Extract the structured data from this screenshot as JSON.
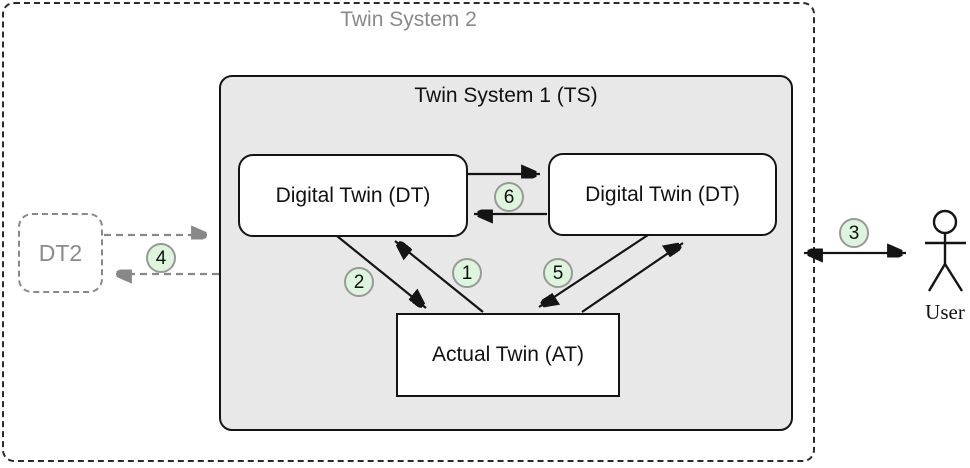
{
  "outer_system": {
    "title": "Twin System 2"
  },
  "inner_system": {
    "title": "Twin System 1 (TS)"
  },
  "nodes": {
    "dt_left": {
      "label": "Digital Twin (DT)"
    },
    "dt_right": {
      "label": "Digital Twin (DT)"
    },
    "actual_twin": {
      "label": "Actual Twin (AT)"
    },
    "dt2": {
      "label": "DT2"
    },
    "user": {
      "label": "User"
    }
  },
  "badges": {
    "n1": "1",
    "n2": "2",
    "n3": "3",
    "n4": "4",
    "n5": "5",
    "n6": "6"
  },
  "colors": {
    "badge_fill": "#dcf5dc",
    "badge_border": "#999999",
    "inner_box_fill": "#e8e8e8",
    "muted_gray": "#8a8a8a",
    "ink": "#111111"
  },
  "connections": [
    {
      "id": "6",
      "from": "dt_left",
      "to": "dt_right",
      "style": "solid two arrows"
    },
    {
      "id": "2",
      "from": "dt_left",
      "to": "actual_twin",
      "style": "solid"
    },
    {
      "id": "1",
      "from": "actual_twin",
      "to": "dt_left",
      "style": "solid"
    },
    {
      "id": "5",
      "from": "dt_right",
      "to": "actual_twin",
      "style": "solid"
    },
    {
      "id": "",
      "from": "actual_twin",
      "to": "dt_right",
      "style": "solid"
    },
    {
      "id": "3",
      "from": "inner_system",
      "to": "user",
      "style": "double-headed"
    },
    {
      "id": "4",
      "from": "dt2",
      "to": "inner_system",
      "style": "dashed two arrows"
    }
  ]
}
